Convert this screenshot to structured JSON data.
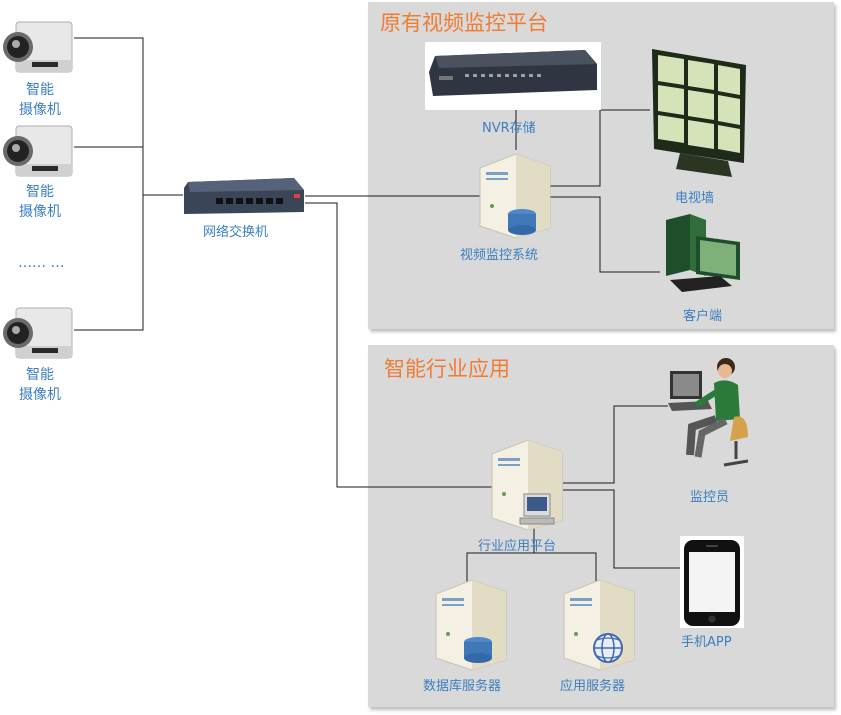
{
  "panels": {
    "original": {
      "title": "原有视频监控平台"
    },
    "industry": {
      "title": "智能行业应用"
    }
  },
  "cameras": [
    {
      "label_line1": "智能",
      "label_line2": "摄像机"
    },
    {
      "label_line1": "智能",
      "label_line2": "摄像机"
    },
    {
      "label_line1": "智能",
      "label_line2": "摄像机"
    }
  ],
  "ellipsis": "…… …",
  "switch": {
    "label": "网络交换机"
  },
  "nodes": {
    "nvr": "NVR存储",
    "video_system": "视频监控系统",
    "tv_wall": "电视墙",
    "client": "客户端",
    "industry_platform": "行业应用平台",
    "monitor_staff": "监控员",
    "mobile_app": "手机APP",
    "db_server": "数据库服务器",
    "app_server": "应用服务器"
  },
  "icons": {
    "camera": "camera-icon",
    "switch": "network-switch-icon",
    "nvr": "nvr-device-icon",
    "server": "server-icon",
    "tv_wall": "video-wall-icon",
    "client": "desktop-computer-icon",
    "operator": "operator-icon",
    "phone": "smartphone-icon",
    "database": "database-icon",
    "globe": "globe-icon"
  }
}
